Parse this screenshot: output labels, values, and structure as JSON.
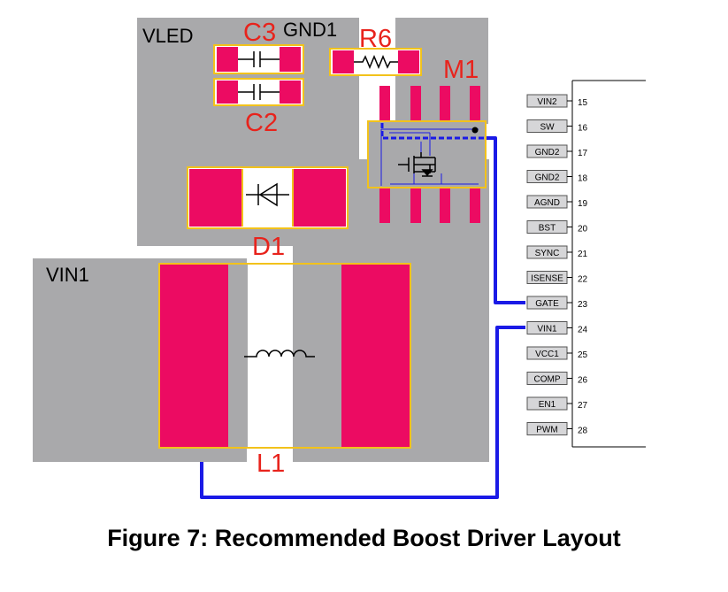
{
  "figure": {
    "caption": "Figure 7: Recommended Boost Driver Layout"
  },
  "copper": {
    "vled": "VLED",
    "gnd1": "GND1",
    "vin1": "VIN1"
  },
  "components": {
    "c3": "C3",
    "c2": "C2",
    "r6": "R6",
    "m1": "M1",
    "d1": "D1",
    "l1": "L1"
  },
  "ic_pins": [
    {
      "name": "VIN2",
      "number": "15"
    },
    {
      "name": "SW",
      "number": "16"
    },
    {
      "name": "GND2",
      "number": "17"
    },
    {
      "name": "GND2",
      "number": "18"
    },
    {
      "name": "AGND",
      "number": "19"
    },
    {
      "name": "BST",
      "number": "20"
    },
    {
      "name": "SYNC",
      "number": "21"
    },
    {
      "name": "ISENSE",
      "number": "22"
    },
    {
      "name": "GATE",
      "number": "23"
    },
    {
      "name": "VIN1",
      "number": "24"
    },
    {
      "name": "VCC1",
      "number": "25"
    },
    {
      "name": "COMP",
      "number": "26"
    },
    {
      "name": "EN1",
      "number": "27"
    },
    {
      "name": "PWM",
      "number": "28"
    }
  ],
  "colors": {
    "copper_fill": "#a9a9ab",
    "pad_fill": "#ec0b62",
    "pad_outline": "#f2c21b",
    "trace_blue": "#1a1ae6",
    "pin_box_fill": "#d6d6d8",
    "ref_red": "#e8231c"
  }
}
